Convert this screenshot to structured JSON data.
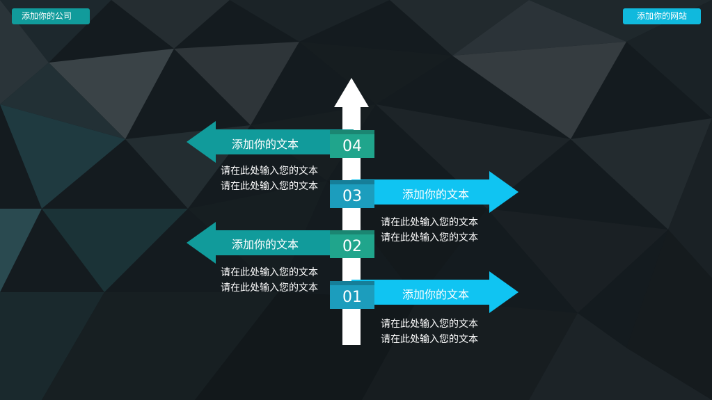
{
  "header": {
    "company_label": "添加你的公司",
    "website_label": "添加你的网站"
  },
  "steps": [
    {
      "number": "04",
      "title": "添加你的文本",
      "desc_line1": "请在此处输入您的文本",
      "desc_line2": "请在此处输入您的文本"
    },
    {
      "number": "03",
      "title": "添加你的文本",
      "desc_line1": "请在此处输入您的文本",
      "desc_line2": "请在此处输入您的文本"
    },
    {
      "number": "02",
      "title": "添加你的文本",
      "desc_line1": "请在此处输入您的文本",
      "desc_line2": "请在此处输入您的文本"
    },
    {
      "number": "01",
      "title": "添加你的文本",
      "desc_line1": "请在此处输入您的文本",
      "desc_line2": "请在此处输入您的文本"
    }
  ],
  "colors": {
    "teal_arrow": "#119b9b",
    "blue_arrow": "#10c4f2",
    "teal_number": "#20a58c",
    "blue_number": "#1c9dbd"
  }
}
